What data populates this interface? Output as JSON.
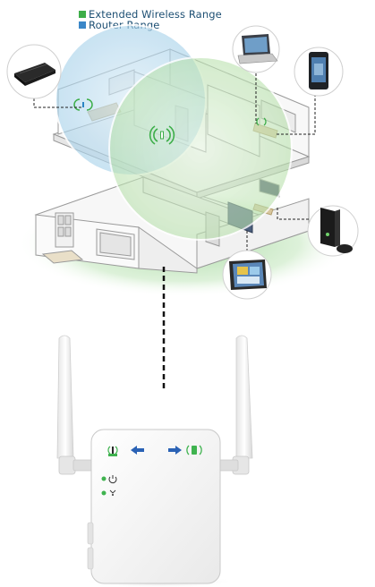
{
  "legend": {
    "items": [
      {
        "label": "Extended Wireless Range",
        "color": "#3dae49"
      },
      {
        "label": "Router Range",
        "color": "#3b87c8"
      }
    ]
  },
  "colors": {
    "extended_range": "#bfe3b4",
    "router_range": "#bcdcef",
    "device_body": "#ffffff",
    "arrow_blue": "#2a62b5",
    "led_green": "#3fb34f"
  },
  "devices": [
    {
      "name": "router",
      "icon": "router-icon"
    },
    {
      "name": "laptop",
      "icon": "laptop-icon"
    },
    {
      "name": "smartphone",
      "icon": "smartphone-icon"
    },
    {
      "name": "game-console",
      "icon": "game-console-icon"
    },
    {
      "name": "tablet",
      "icon": "tablet-icon"
    }
  ]
}
